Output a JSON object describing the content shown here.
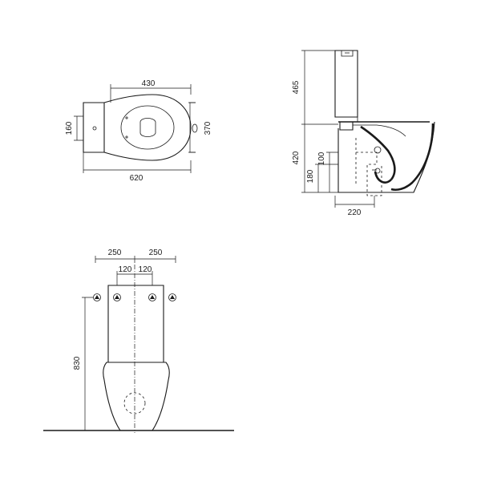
{
  "top_view": {
    "dim_top": "430",
    "dim_bottom": "620",
    "dim_left": "160",
    "dim_right": "370"
  },
  "side_view": {
    "dim_cistern": "465",
    "dim_pan": "420",
    "dim_outlet_high": "100",
    "dim_outlet_low": "180",
    "dim_outlet_depth": "220"
  },
  "front_view": {
    "dim_left_half": "250",
    "dim_right_half": "250",
    "dim_inner_left": "120",
    "dim_inner_right": "120",
    "dim_height": "830"
  }
}
